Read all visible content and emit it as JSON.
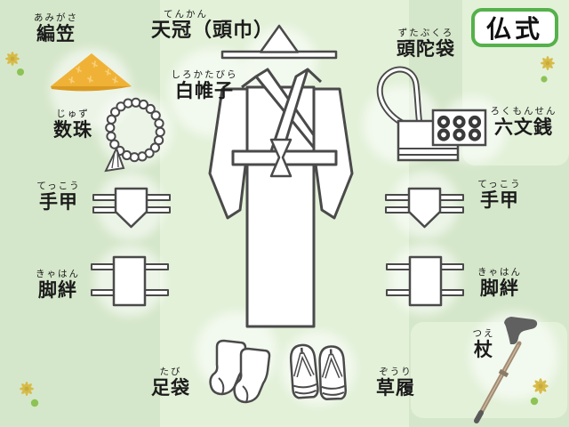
{
  "badge": {
    "label": "仏式"
  },
  "items": {
    "amigasa": {
      "furigana": "あみがさ",
      "label": "編笠"
    },
    "tenkan": {
      "furigana": "てんかん",
      "label": "天冠（頭巾）"
    },
    "shirokatabira": {
      "furigana": "しろかたびら",
      "label": "白帷子"
    },
    "zudabukuro": {
      "furigana": "ずたぶくろ",
      "label": "頭陀袋"
    },
    "rokumonsen": {
      "furigana": "ろくもんせん",
      "label": "六文銭"
    },
    "juzu": {
      "furigana": "じゅず",
      "label": "数珠"
    },
    "tekko_left": {
      "furigana": "てっこう",
      "label": "手甲"
    },
    "tekko_right": {
      "furigana": "てっこう",
      "label": "手甲"
    },
    "kyahan_left": {
      "furigana": "きゃはん",
      "label": "脚絆"
    },
    "kyahan_right": {
      "furigana": "きゃはん",
      "label": "脚絆"
    },
    "tabi": {
      "furigana": "たび",
      "label": "足袋"
    },
    "zouri": {
      "furigana": "ぞうり",
      "label": "草履"
    },
    "tsue": {
      "furigana": "つえ",
      "label": "杖"
    }
  },
  "colors": {
    "background": "#d5e7ca",
    "light_panel": "#e3f1d9",
    "badge_border": "#55b14b",
    "outline": "#4a4a4a",
    "hat_yellow": "#f0b236",
    "hat_edge": "#d99a22",
    "cane_shaft": "#a18a72",
    "flower_gold": "#d7bb49",
    "leaf_green": "#8cc355",
    "text": "#1b1b1b"
  }
}
